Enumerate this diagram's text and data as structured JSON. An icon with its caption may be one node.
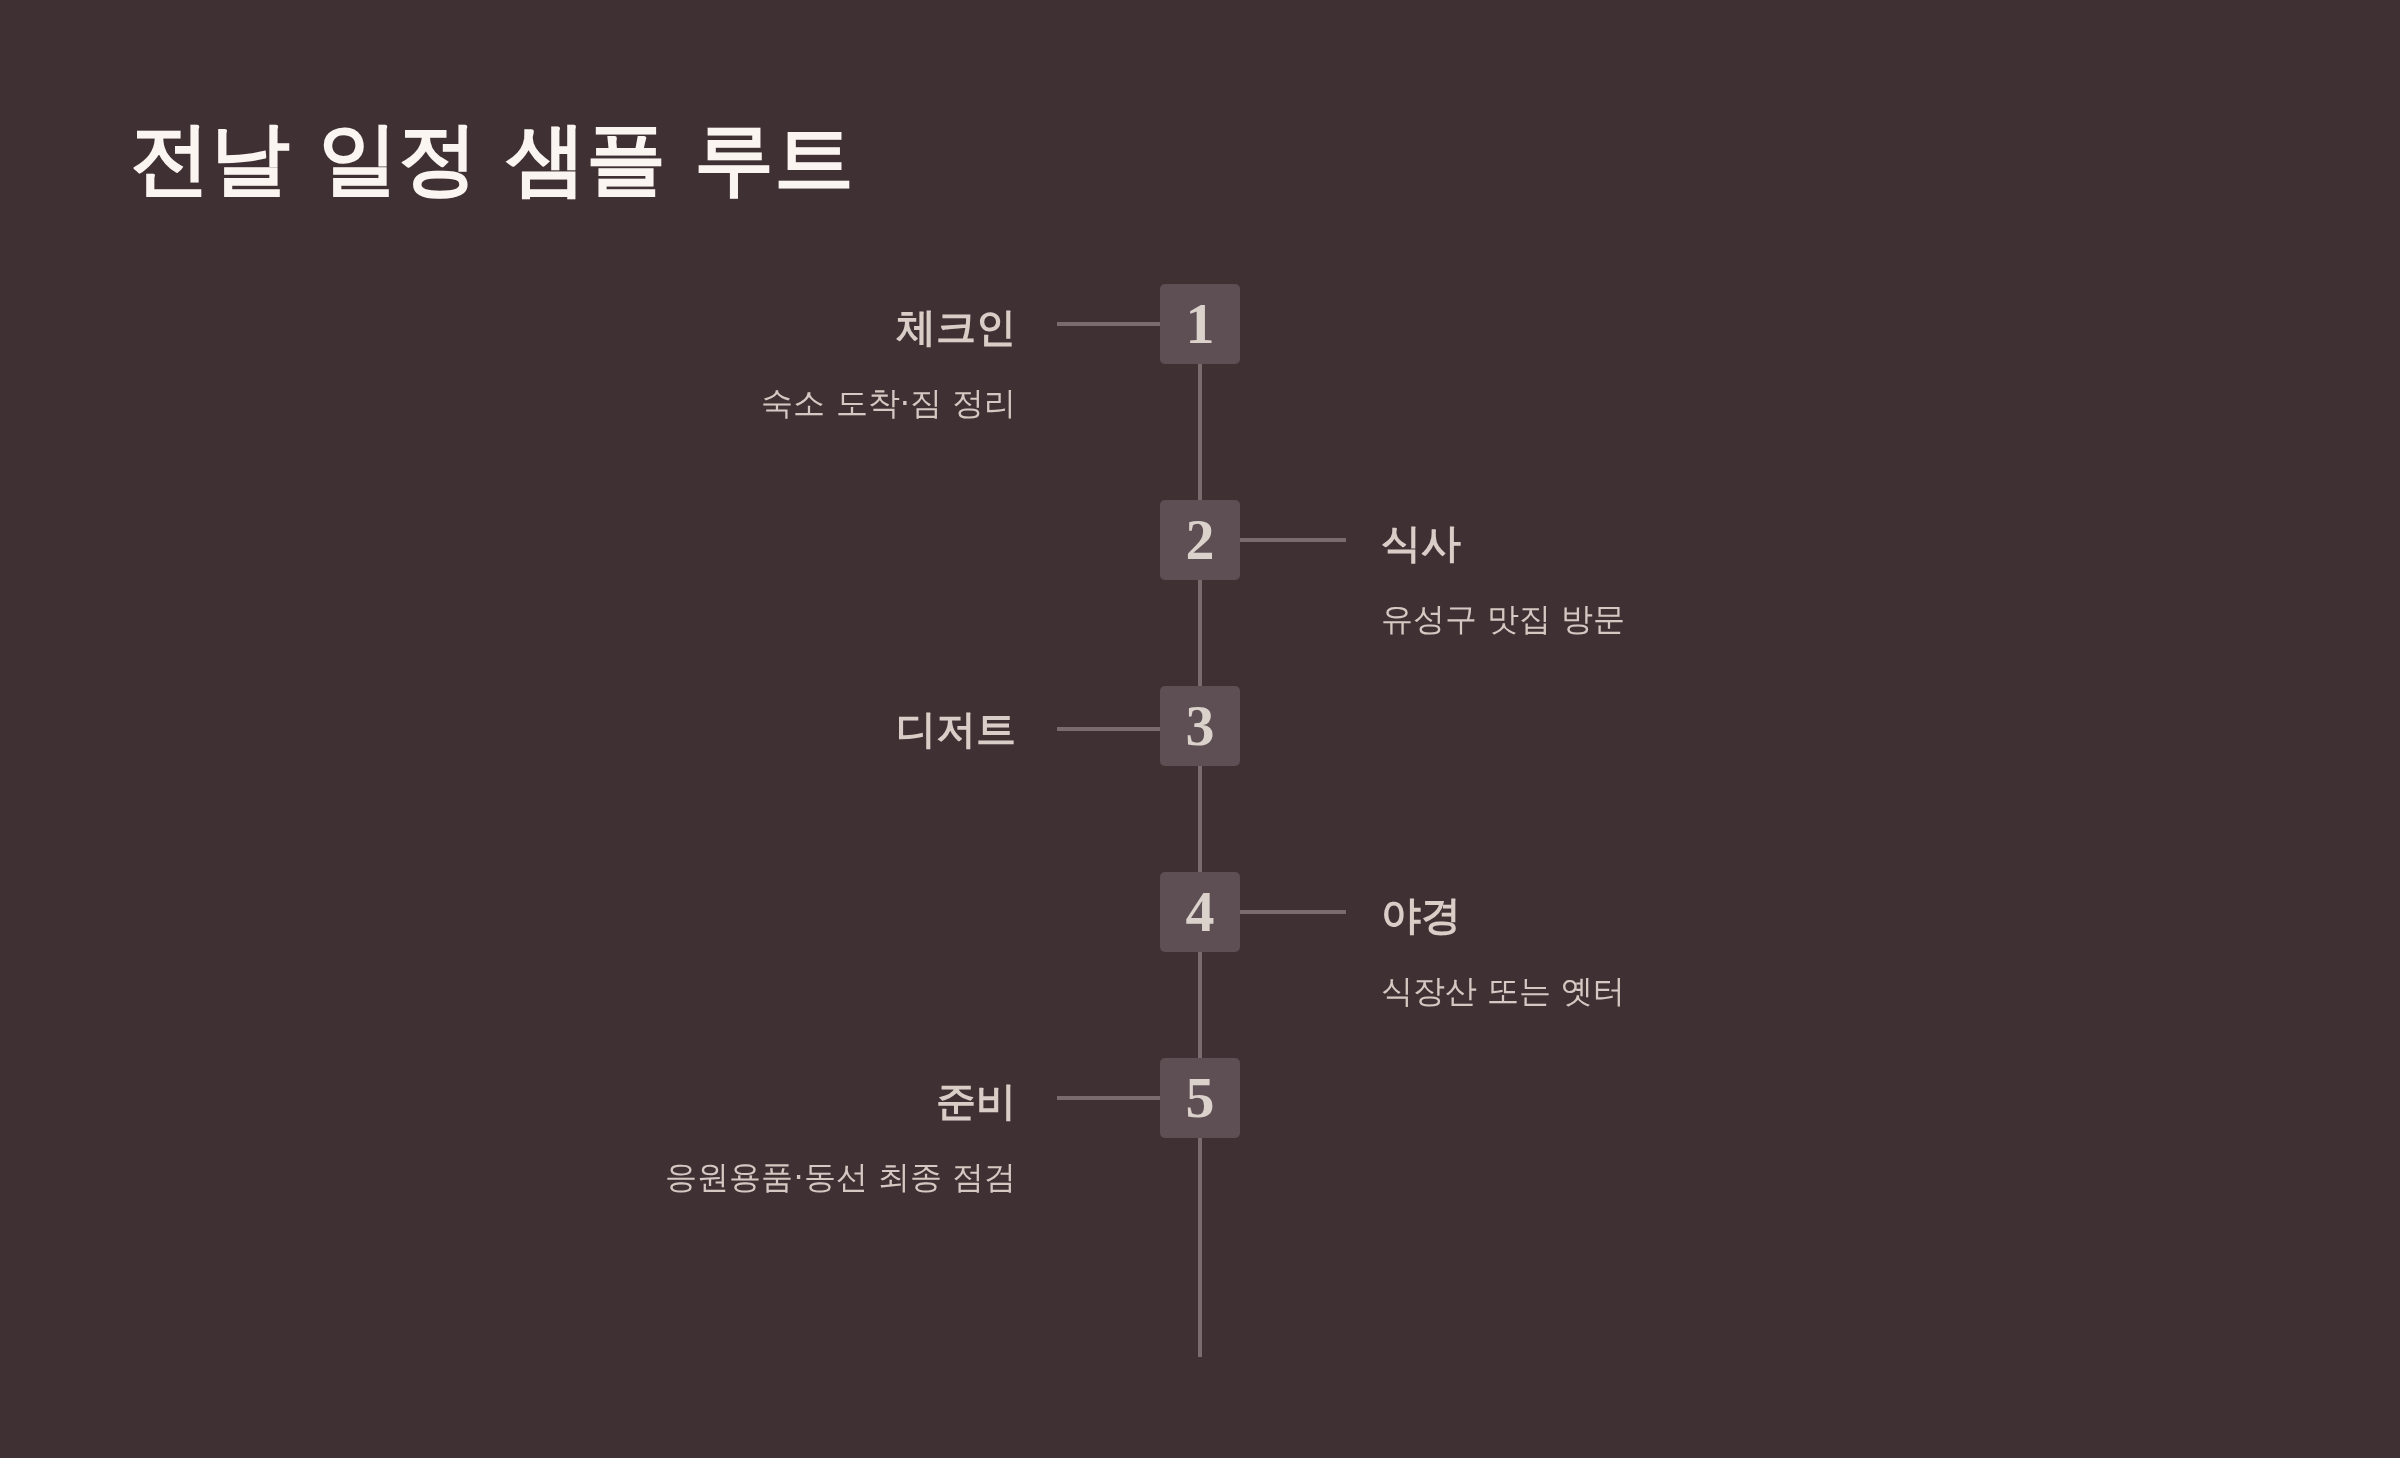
{
  "diagram": {
    "title": "전날 일정 샘플 루트",
    "nodes": [
      {
        "text": [
          "체크인",
          "숙소 도착·짐 정리"
        ]
      },
      {
        "text": [
          "1"
        ]
      },
      {
        "text": [
          "2"
        ]
      },
      {
        "text": [
          "식사",
          "유성구 맛집 방문"
        ]
      },
      {
        "text": [
          "디저트"
        ]
      },
      {
        "text": [
          "3"
        ]
      },
      {
        "text": [
          "4"
        ]
      },
      {
        "text": [
          "야경",
          "식장산 또는 옛터"
        ]
      },
      {
        "text": [
          "준비",
          "응원용품·동선 최종 점검"
        ]
      },
      {
        "text": [
          "5"
        ]
      }
    ],
    "edges": [
      {
        "from": 0,
        "to": 1,
        "arrow": "none"
      },
      {
        "from": 1,
        "to": 2,
        "arrow": "none"
      },
      {
        "from": 2,
        "to": 3,
        "arrow": "none"
      },
      {
        "from": 2,
        "to": 5,
        "arrow": "none"
      },
      {
        "from": 4,
        "to": 5,
        "arrow": "none"
      },
      {
        "from": 5,
        "to": 6,
        "arrow": "none"
      },
      {
        "from": 6,
        "to": 7,
        "arrow": "none"
      },
      {
        "from": 8,
        "to": 9,
        "arrow": "none"
      },
      {
        "from": 6,
        "to": 9,
        "arrow": "none"
      },
      {
        "from": 9,
        "to": null,
        "arrow": "none"
      }
    ]
  }
}
